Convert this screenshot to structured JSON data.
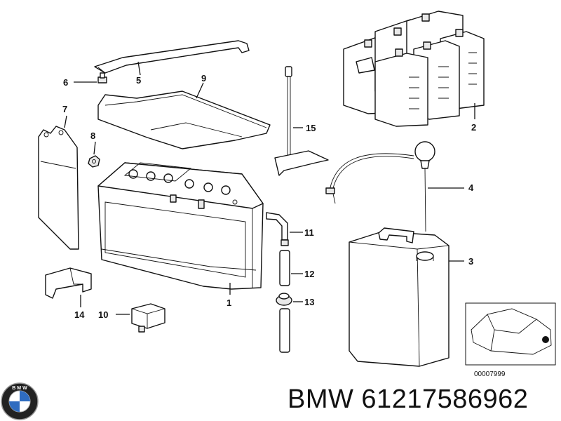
{
  "labels": {
    "p1": "1",
    "p2": "2",
    "p3": "3",
    "p4": "4",
    "p5": "5",
    "p6": "6",
    "p7": "7",
    "p8": "8",
    "p9": "9",
    "p10": "10",
    "p11": "11",
    "p12": "12",
    "p13": "13",
    "p14": "14",
    "p15": "15"
  },
  "inset": {
    "reference": "00007999"
  },
  "caption": "BMW 61217586962",
  "logo": {
    "text": "B M W"
  }
}
